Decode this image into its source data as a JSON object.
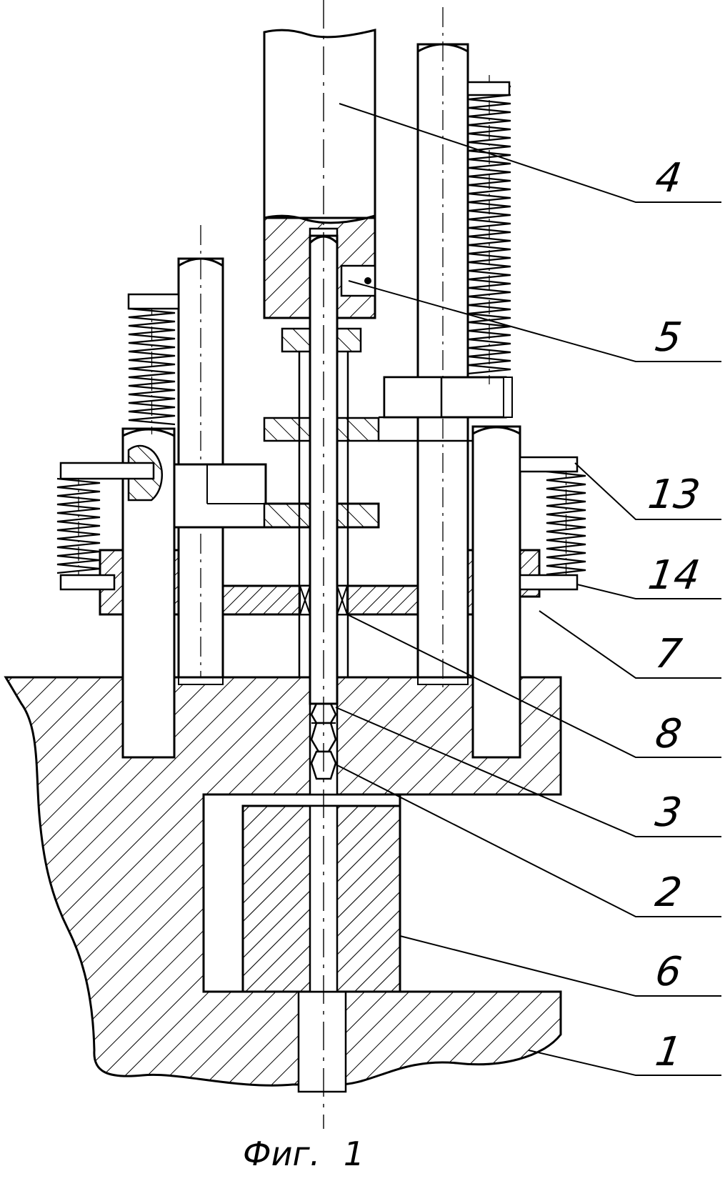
{
  "figure": {
    "caption_text": "Фиг.",
    "caption_number": "1"
  },
  "callouts": [
    {
      "id": "4",
      "text": "4"
    },
    {
      "id": "5",
      "text": "5"
    },
    {
      "id": "13",
      "text": "13"
    },
    {
      "id": "14",
      "text": "14"
    },
    {
      "id": "7",
      "text": "7"
    },
    {
      "id": "8",
      "text": "8"
    },
    {
      "id": "3",
      "text": "3"
    },
    {
      "id": "2",
      "text": "2"
    },
    {
      "id": "6",
      "text": "6"
    },
    {
      "id": "1",
      "text": "1"
    }
  ],
  "colors": {
    "ink": "#000000",
    "paper": "#ffffff"
  }
}
